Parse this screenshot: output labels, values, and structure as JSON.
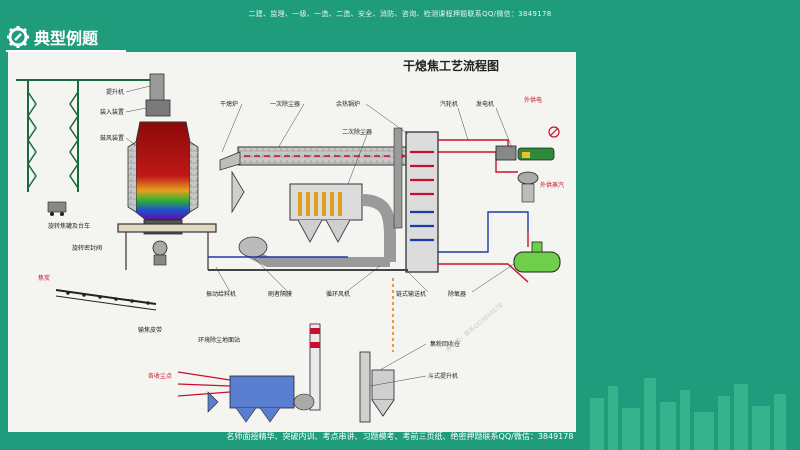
{
  "top_banner": "二建、监理、一级、一造、二造、安全、消防、咨询、检测课程押题联系QQ/微信：3849178",
  "section_title": "典型例题",
  "diagram": {
    "title": "干熄焦工艺流程图",
    "labels": {
      "hoist": "提升机",
      "charging": "装入装置",
      "air_blow": "鼓风装置",
      "rotary_tank": "旋转焦罐及台车",
      "rotary_seal": "旋转密封阀",
      "coke_label": "焦炭",
      "coke_belt": "输焦皮带",
      "vibrating_feeder": "振动给料机",
      "flush_damper": "刷者隔膜",
      "dry_quench": "干熄炉",
      "dust1": "一次除尘器",
      "dust2": "二次除尘器",
      "circ_fan": "循环风机",
      "waste_boiler": "余热锅炉",
      "chain_conveyor": "链式输送机",
      "turbine": "汽轮机",
      "generator": "发电机",
      "ext_power": "外供电",
      "ext_steam": "外供蒸汽",
      "deaerator": "除氧器",
      "dust_station": "环境除尘地面站",
      "collect": "各收尘点",
      "ash_recovery": "集粉回收仓",
      "bucket_elevator": "斗式提升机"
    }
  },
  "watermark": "押题库：联系QQ3849178",
  "bottom_banner": "名师面授精华、突破内训、考点串讲、习题模考、考前三页纸、绝密押题联系QQ/微信：3849178",
  "colors": {
    "background": "#1f9c7c",
    "panel": "#f4f4f0",
    "gas_red": "#c8102e",
    "gas_blue": "#1f3aa8",
    "coke_dotted": "#e07b1a"
  }
}
